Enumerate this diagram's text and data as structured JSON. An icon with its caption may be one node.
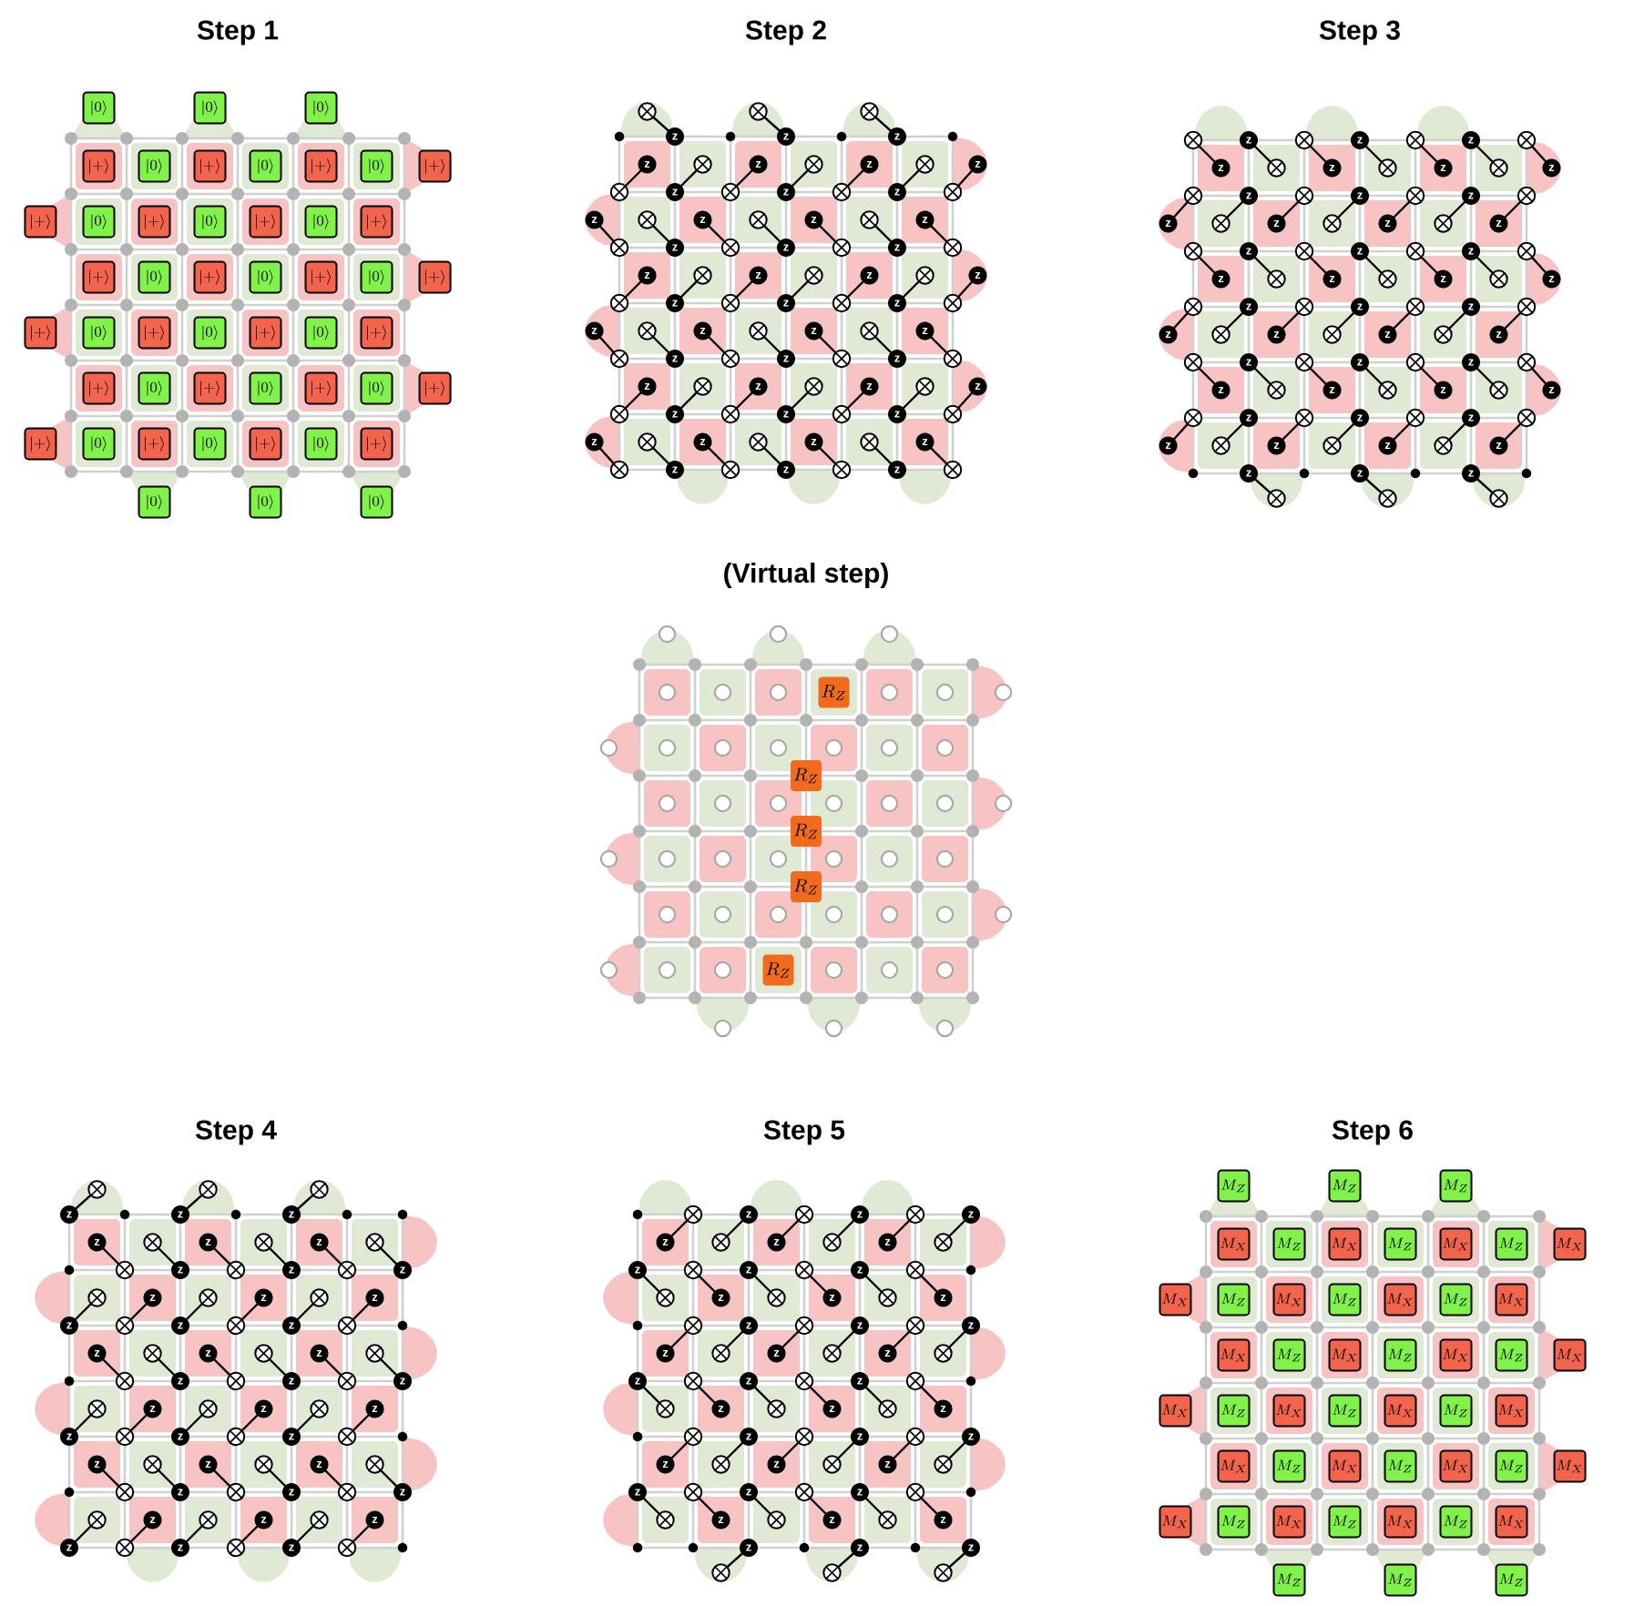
{
  "diagram": {
    "labels": [
      "Step 1",
      "|0\\rangle",
      "|0\\rangle",
      "|0\\rangle",
      "|+\\rangle",
      "|0\\rangle",
      "|+\\rangle",
      "|0\\rangle",
      "|+\\rangle",
      "|0\\rangle",
      "|+\\rangle",
      "|+\\rangle",
      "|0\\rangle",
      "|+\\rangle",
      "|0\\rangle",
      "|+\\rangle",
      "|0\\rangle",
      "|+\\rangle",
      "|+\\rangle",
      "|0\\rangle",
      "|+\\rangle",
      "|0\\rangle",
      "|+\\rangle",
      "|0\\rangle",
      "|+\\rangle",
      "|+\\rangle",
      "|0\\rangle",
      "|+\\rangle",
      "|0\\rangle",
      "|+\\rangle",
      "|0\\rangle",
      "|+\\rangle",
      "|+\\rangle",
      "|0\\rangle",
      "|+\\rangle",
      "|0\\rangle",
      "|+\\rangle",
      "|0\\rangle",
      "|+\\rangle",
      "|+\\rangle",
      "|0\\rangle",
      "|+\\rangle",
      "|0\\rangle",
      "|+\\rangle",
      "|0\\rangle",
      "|+\\rangle",
      "|0\\rangle",
      "|0\\rangle",
      "|0\\rangle",
      "Step 2",
      "z",
      "z",
      "z",
      "z",
      "z",
      "z",
      "z",
      "z",
      "z",
      "z",
      "z",
      "z",
      "z",
      "z",
      "z",
      "z",
      "z",
      "z",
      "z",
      "z",
      "z",
      "z",
      "z",
      "z",
      "z",
      "z",
      "z",
      "z",
      "z",
      "z",
      "z",
      "z",
      "z",
      "z",
      "z",
      "z",
      "z",
      "z",
      "z",
      "z",
      "z",
      "z",
      "z",
      "z",
      "z",
      "Step 3",
      "z",
      "z",
      "z",
      "z",
      "z",
      "z",
      "z",
      "z",
      "z",
      "z",
      "z",
      "z",
      "z",
      "z",
      "z",
      "z",
      "z",
      "z",
      "z",
      "z",
      "z",
      "z",
      "z",
      "z",
      "z",
      "z",
      "z",
      "z",
      "z",
      "z",
      "z",
      "z",
      "z",
      "z",
      "z",
      "z",
      "z",
      "z",
      "z",
      "z",
      "z",
      "z",
      "z",
      "z",
      "z",
      "(Virtual step)",
      "R_Z",
      "R_Z",
      "R_Z",
      "R_Z",
      "R_Z",
      "Step 4",
      "z",
      "z",
      "z",
      "z",
      "z",
      "z",
      "z",
      "z",
      "z",
      "z",
      "z",
      "z",
      "z",
      "z",
      "z",
      "z",
      "z",
      "z",
      "z",
      "z",
      "z",
      "z",
      "z",
      "z",
      "z",
      "z",
      "z",
      "z",
      "z",
      "z",
      "z",
      "z",
      "z",
      "z",
      "z",
      "z",
      "z",
      "z",
      "z",
      "Step 5",
      "z",
      "z",
      "z",
      "z",
      "z",
      "z",
      "z",
      "z",
      "z",
      "z",
      "z",
      "z",
      "z",
      "z",
      "z",
      "z",
      "z",
      "z",
      "z",
      "z",
      "z",
      "z",
      "z",
      "z",
      "z",
      "z",
      "z",
      "z",
      "z",
      "z",
      "z",
      "z",
      "z",
      "z",
      "z",
      "z",
      "z",
      "z",
      "z",
      "Step 6",
      "M_Z",
      "M_Z",
      "M_Z",
      "M_X",
      "M_Z",
      "M_X",
      "M_Z",
      "M_X",
      "M_Z",
      "M_X",
      "M_X",
      "M_Z",
      "M_X",
      "M_Z",
      "M_X",
      "M_Z",
      "M_X",
      "M_X",
      "M_Z",
      "M_X",
      "M_Z",
      "M_X",
      "M_Z",
      "M_X",
      "M_X",
      "M_Z",
      "M_X",
      "M_Z",
      "M_X",
      "M_Z",
      "M_X",
      "M_X",
      "M_Z",
      "M_X",
      "M_Z",
      "M_X",
      "M_Z",
      "M_X",
      "M_X",
      "M_Z",
      "M_X",
      "M_Z",
      "M_X",
      "M_Z",
      "M_X",
      "M_Z",
      "M_Z",
      "M_Z"
    ]
  }
}
